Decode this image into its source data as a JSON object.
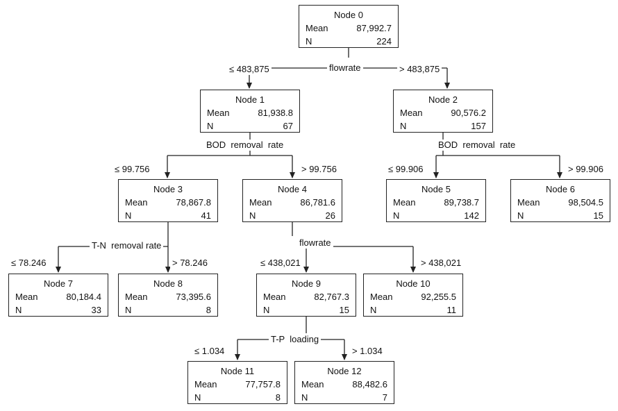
{
  "labels": {
    "mean": "Mean",
    "n": "N"
  },
  "nodes": [
    {
      "title": "Node 0",
      "mean": "87,992.7",
      "n": "224"
    },
    {
      "title": "Node 1",
      "mean": "81,938.8",
      "n": "67"
    },
    {
      "title": "Node 2",
      "mean": "90,576.2",
      "n": "157"
    },
    {
      "title": "Node 3",
      "mean": "78,867.8",
      "n": "41"
    },
    {
      "title": "Node 4",
      "mean": "86,781.6",
      "n": "26"
    },
    {
      "title": "Node 5",
      "mean": "89,738.7",
      "n": "142"
    },
    {
      "title": "Node 6",
      "mean": "98,504.5",
      "n": "15"
    },
    {
      "title": "Node 7",
      "mean": "80,184.4",
      "n": "33"
    },
    {
      "title": "Node 8",
      "mean": "73,395.6",
      "n": "8"
    },
    {
      "title": "Node 9",
      "mean": "82,767.3",
      "n": "15"
    },
    {
      "title": "Node 10",
      "mean": "92,255.5",
      "n": "11"
    },
    {
      "title": "Node 11",
      "mean": "77,757.8",
      "n": "8"
    },
    {
      "title": "Node 12",
      "mean": "88,482.6",
      "n": "7"
    }
  ],
  "splits": [
    {
      "variable": "flowrate",
      "left": "≤ 483,875",
      "right": "> 483,875"
    },
    {
      "variable": "BOD  removal  rate",
      "left": "≤ 99.756",
      "right": "> 99.756"
    },
    {
      "variable": "BOD  removal  rate",
      "left": "≤ 99.906",
      "right": "> 99.906"
    },
    {
      "variable": "T-N  removal rate",
      "left": "≤ 78.246",
      "right": "> 78.246"
    },
    {
      "variable": "flowrate",
      "left": "≤ 438,021",
      "right": "> 438,021"
    },
    {
      "variable": "T-P  loading",
      "left": "≤ 1.034",
      "right": "> 1.034"
    }
  ]
}
